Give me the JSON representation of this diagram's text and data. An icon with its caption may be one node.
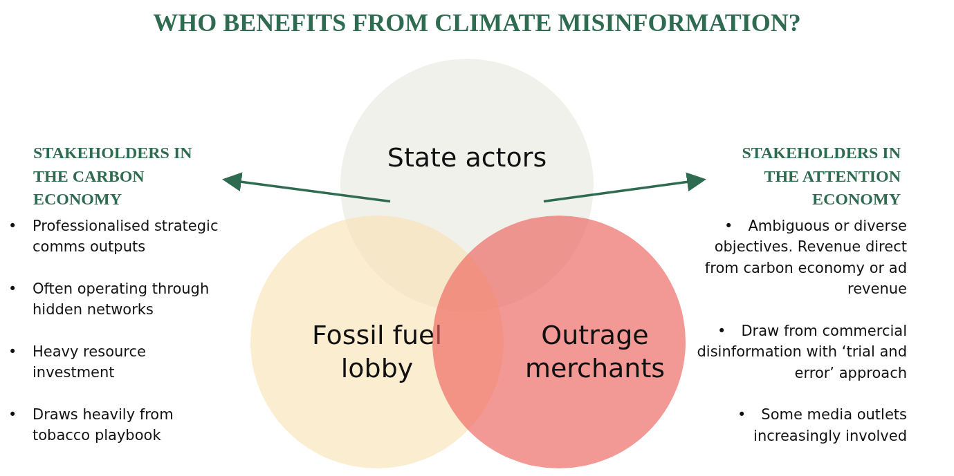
{
  "diagram": {
    "title": "WHO BENEFITS FROM CLIMATE MISINFORMATION?",
    "nodes": [
      {
        "text": [
          "State actors"
        ]
      },
      {
        "text": [
          "Fossil fuel lobby"
        ]
      },
      {
        "text": [
          "Outrage merchants"
        ]
      },
      {
        "text": [
          "STAKEHOLDERS IN THE CARBON ECONOMY"
        ]
      },
      {
        "text": [
          "STAKEHOLDERS IN THE ATTENTION ECONOMY"
        ]
      }
    ],
    "edges": [
      {
        "from": 0,
        "to": 3,
        "arrow": "to"
      },
      {
        "from": 0,
        "to": 4,
        "arrow": "to"
      }
    ],
    "labels": [
      "•",
      "Professionalised strategic comms outputs",
      "•",
      "Often operating through hidden networks",
      "•",
      "Heavy resource investment",
      "•",
      "Draws heavily from tobacco playbook",
      "•",
      "Ambiguous or diverse objectives. Revenue direct from carbon economy or ad revenue",
      "•",
      "Draw from commercial disinformation with ‘trial and error’ approach",
      "•",
      "Some media outlets increasingly involved"
    ]
  }
}
